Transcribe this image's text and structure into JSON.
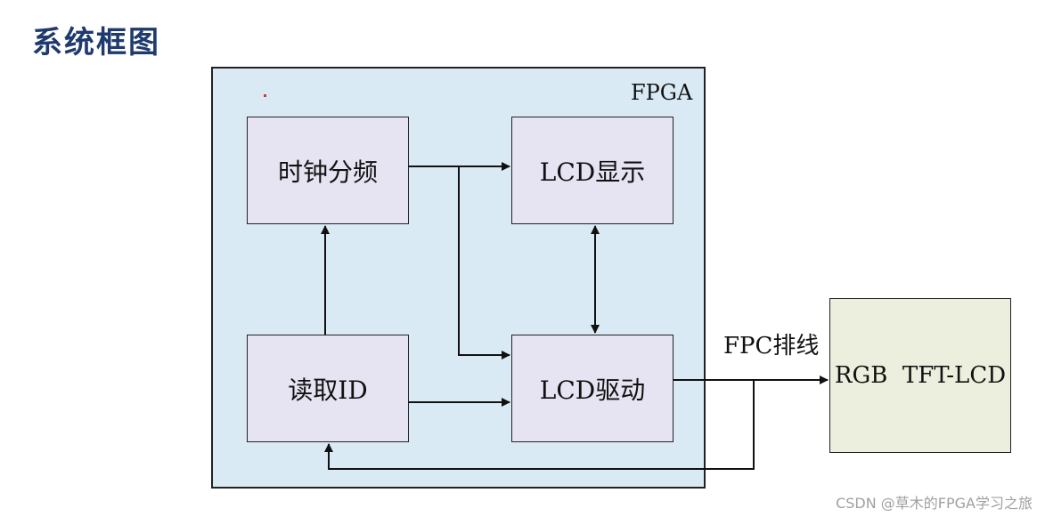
{
  "title": "系统框图",
  "fpga": {
    "label": "FPGA"
  },
  "blocks": {
    "clock_divider": "时钟分频",
    "lcd_display": "LCD显示",
    "read_id": "读取ID",
    "lcd_driver": "LCD驱动"
  },
  "external": {
    "panel": "RGB  TFT-LCD",
    "cable": "FPC排线"
  },
  "watermark": "CSDN @草木的FPGA学习之旅",
  "colors": {
    "title": "#1f3a6e",
    "fpga_fill": "#d9eaf5",
    "block_fill": "#e6e4f2",
    "panel_fill": "#ecefdd"
  }
}
